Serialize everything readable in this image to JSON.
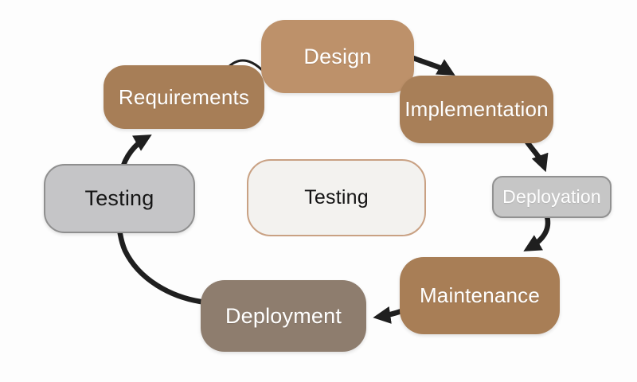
{
  "diagram": {
    "type": "cycle-flowchart",
    "background": "#fdfdfd",
    "arrow_color": "#1f1f1f",
    "nodes": {
      "design": {
        "label": "Design",
        "fill": "#bd916a",
        "text": "#ffffff"
      },
      "requirements": {
        "label": "Requirements",
        "fill": "#a77e57",
        "text": "#ffffff"
      },
      "implementation": {
        "label": "Implementation",
        "fill": "#a87f58",
        "text": "#ffffff"
      },
      "testing_left": {
        "label": "Testing",
        "fill": "#c5c5c7",
        "border": "#8f8f8f",
        "text": "#161616"
      },
      "testing_center": {
        "label": "Testing",
        "fill": "#f3f2ef",
        "border": "#c9a183",
        "text": "#141414"
      },
      "deployation": {
        "label": "Deployation",
        "fill": "#c6c6c6",
        "border": "#919191",
        "text": "#fefefe"
      },
      "maintenance": {
        "label": "Maintenance",
        "fill": "#a87e56",
        "text": "#ffffff"
      },
      "deployment": {
        "label": "Deployment",
        "fill": "#8e7d6e",
        "text": "#ffffff"
      }
    },
    "edges": [
      {
        "from": "Requirements",
        "to": "Design"
      },
      {
        "from": "Design",
        "to": "Implementation"
      },
      {
        "from": "Implementation",
        "to": "Deployation"
      },
      {
        "from": "Deployation",
        "to": "Maintenance"
      },
      {
        "from": "Maintenance",
        "to": "Deployment"
      },
      {
        "from": "Deployment",
        "to": "Testing"
      },
      {
        "from": "Testing",
        "to": "Requirements"
      }
    ]
  }
}
